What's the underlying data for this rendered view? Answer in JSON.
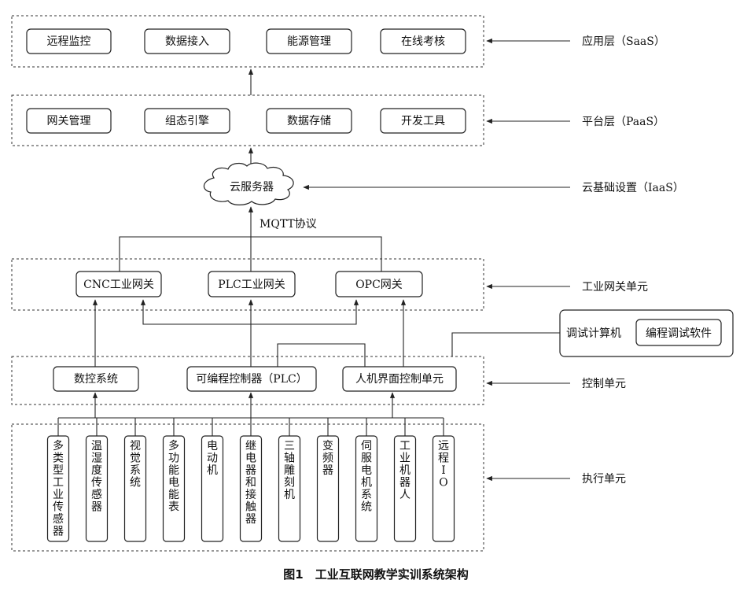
{
  "saas": {
    "items": [
      "远程监控",
      "数据接入",
      "能源管理",
      "在线考核"
    ],
    "label": "应用层（SaaS）"
  },
  "paas": {
    "items": [
      "网关管理",
      "组态引擎",
      "数据存储",
      "开发工具"
    ],
    "label": "平台层（PaaS）"
  },
  "iaas": {
    "cloud": "云服务器",
    "label": "云基础设置（IaaS）"
  },
  "protocol": "MQTT协议",
  "gateway": {
    "items": [
      "CNC工业网关",
      "PLC工业网关",
      "OPC网关"
    ],
    "label": "工业网关单元"
  },
  "debug": {
    "computer": "调试计算机",
    "software": "编程调试软件"
  },
  "control": {
    "items": [
      "数控系统",
      "可编程控制器（PLC）",
      "人机界面控制单元"
    ],
    "label": "控制单元"
  },
  "execution": {
    "items": [
      "多类型工业传感器",
      "温湿度传感器",
      "视觉系统",
      "多功能电能表",
      "电动机",
      "继电器和接触器",
      "三轴雕刻机",
      "变频器",
      "伺服电机系统",
      "工业机器人",
      "远程IO"
    ],
    "label": "执行单元"
  },
  "caption": "图1　工业互联网教学实训系统架构"
}
